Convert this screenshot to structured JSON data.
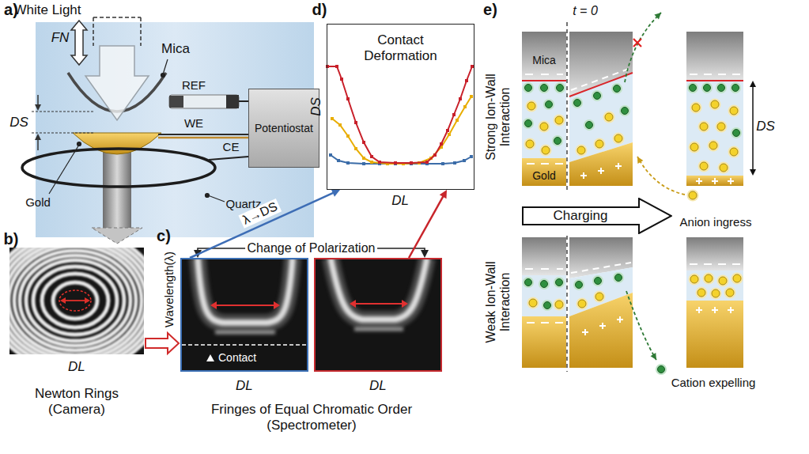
{
  "diagram": {
    "nodes": [
      {
        "text": [
          "Potentiostat"
        ]
      },
      {
        "text": [
          "DL",
          "Newton Rings (Camera)"
        ]
      },
      {
        "text": [
          "Contact",
          "DL"
        ]
      },
      {
        "text": [
          "DL"
        ]
      },
      {
        "text": [
          "Contact Deformation"
        ]
      },
      {
        "text": [
          "Charging"
        ]
      }
    ],
    "edges": [
      {
        "from": 1,
        "to": 2,
        "arrow": "to"
      },
      {
        "from": 2,
        "to": 3,
        "label": "Change of Polarization",
        "arrow": "both"
      },
      {
        "from": 2,
        "to": 4,
        "label": "λ→DS",
        "arrow": "to"
      },
      {
        "from": 3,
        "to": 4,
        "arrow": "to"
      }
    ],
    "labels": [
      "a)",
      "White Light",
      "FN",
      "Mica",
      "REF",
      "WE",
      "CE",
      "DS",
      "Gold",
      "Quartz",
      "b)",
      "c)",
      "Wavelength(λ)",
      "Fringes of Equal Chromatic Order (Spectrometer)",
      "d)",
      "DS",
      "DL",
      "e)",
      "t = 0",
      "Strong Ion-Wall Interaction",
      "Mica",
      "Gold",
      "DS",
      "Anion ingress",
      "Weak Ion-Wall Interaction",
      "Cation expelling"
    ]
  }
}
